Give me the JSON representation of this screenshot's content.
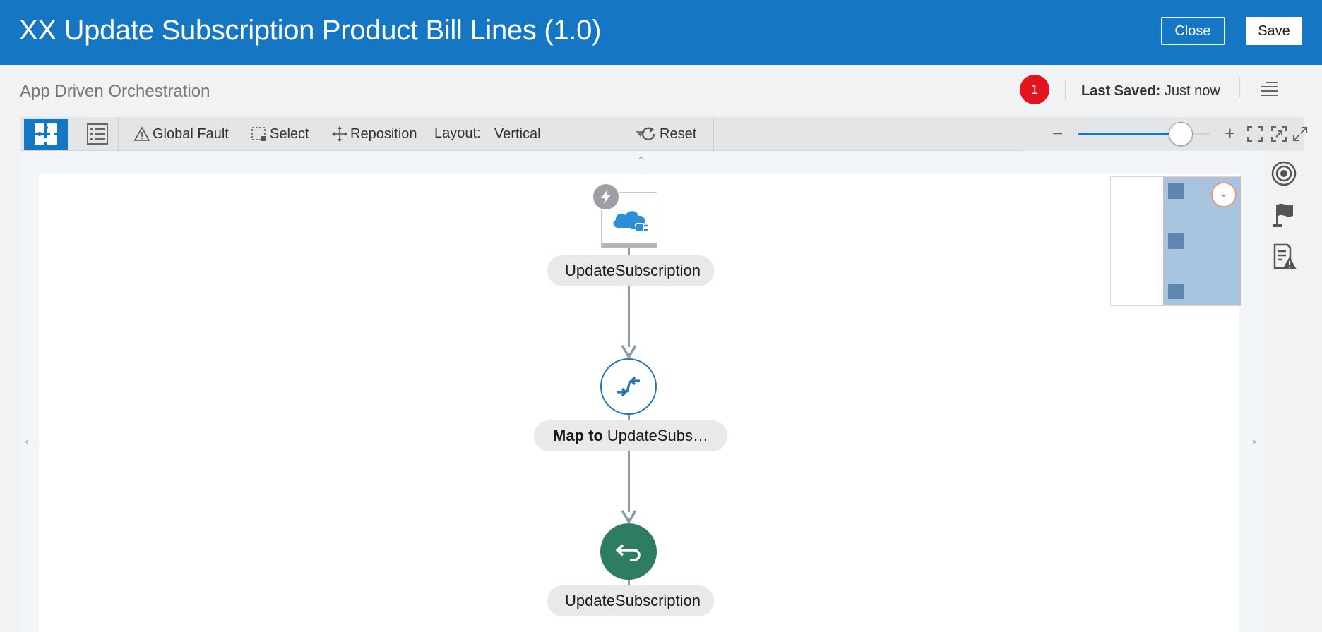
{
  "header": {
    "title": "XX Update Subscription Product Bill Lines (1.0)",
    "close_label": "Close",
    "save_label": "Save"
  },
  "subheader": {
    "subtitle": "App Driven Orchestration",
    "notification_count": "1",
    "last_saved_label": "Last Saved:",
    "last_saved_value": "Just now"
  },
  "toolbar": {
    "global_fault_label": "Global Fault",
    "select_label": "Select",
    "reposition_label": "Reposition",
    "layout_label": "Layout:",
    "layout_value": "Vertical",
    "reset_label": "Reset",
    "zoom_level": 0.78
  },
  "flow": {
    "nodes": [
      {
        "bold": "",
        "label": "UpdateSubscription",
        "kind": "trigger",
        "icon": "cloud-adapter-icon"
      },
      {
        "bold": "Map to",
        "label": "UpdateSubs…",
        "kind": "map",
        "icon": "map-arrows-icon"
      },
      {
        "bold": "",
        "label": "UpdateSubscription",
        "kind": "return",
        "icon": "return-arrow-icon"
      }
    ]
  },
  "colors": {
    "brand": "#1576c4",
    "badge": "#e2141e",
    "return_node": "#2e7d62",
    "connector": "#8e9aa7"
  }
}
